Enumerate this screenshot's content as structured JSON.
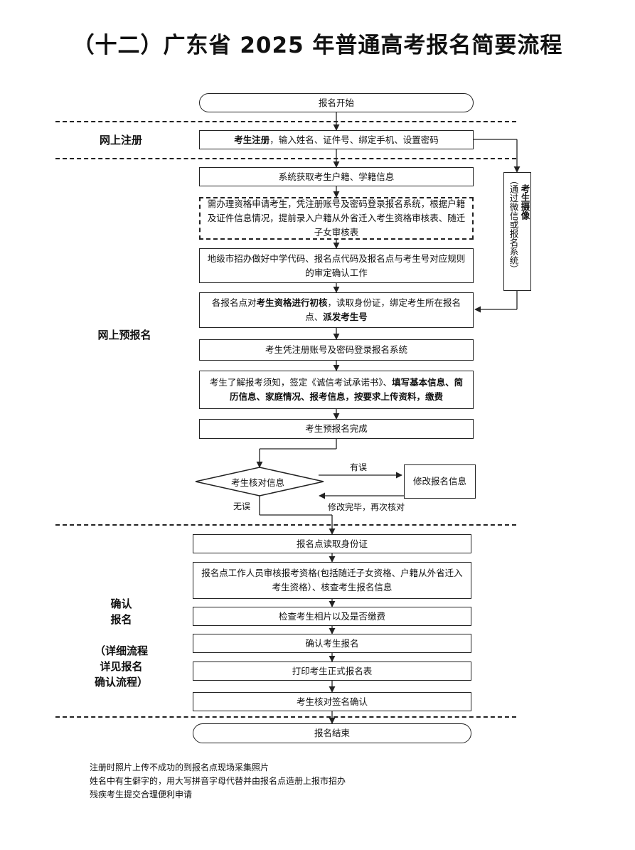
{
  "title": "（十二）广东省 2025 年普通高考报名简要流程",
  "sections": {
    "register": "网上注册",
    "pre_register": "网上预报名",
    "confirm_1": "确认",
    "confirm_2": "报名",
    "confirm_3": "（详细流程",
    "confirm_4": "详见报名",
    "confirm_5": "确认流程）"
  },
  "steps": {
    "start": "报名开始",
    "register_bold": "考生注册",
    "register_rest": "，输入姓名、证件号、绑定手机、设置密码",
    "get_info": "系统获取考生户籍、学籍信息",
    "qualification": "需办理资格申请考生，凭注册账号及密码登录报名系统，根据户籍及证件信息情况，提前录入户籍从外省迁入考生资格审核表、随迁子女审核表",
    "city_office": "地级市招办做好中学代码、报名点代码及报名点与考生号对应规则的审定确认工作",
    "init_check_a": "各报名点对",
    "init_check_b": "考生资格进行初核",
    "init_check_c": "，读取身份证，绑定考生所在报名点、",
    "init_check_d": "派发考生号",
    "login": "考生凭注册账号及密码登录报名系统",
    "fill_a": "考生了解报考须知，签定《诚信考试承诺书》、",
    "fill_b": "填写基本信息、简历信息、家庭情况、报考信息，按要求上传资料，缴费",
    "pre_done": "考生预报名完成",
    "verify": "考生核对信息",
    "modify": "修改报名信息",
    "read_id": "报名点读取身份证",
    "review": "报名点工作人员审核报考资格(包括随迁子女资格、户籍从外省迁入考生资格）、核查考生报名信息",
    "photo_fee": "检查考生相片以及是否缴费",
    "confirm": "确认考生报名",
    "print": "打印考生正式报名表",
    "sign": "考生核对签名确认",
    "end": "报名结束"
  },
  "side": {
    "paren_a": "（通过微信或报名系统）",
    "photo": "考生摄像"
  },
  "labels": {
    "has_error": "有误",
    "no_error": "无误",
    "recheck": "修改完毕，再次核对"
  },
  "notes": [
    "注册时照片上传不成功的到报名点现场采集照片",
    "姓名中有生僻字的，用大写拼音字母代替并由报名点造册上报市招办",
    "残疾考生提交合理便利申请"
  ]
}
